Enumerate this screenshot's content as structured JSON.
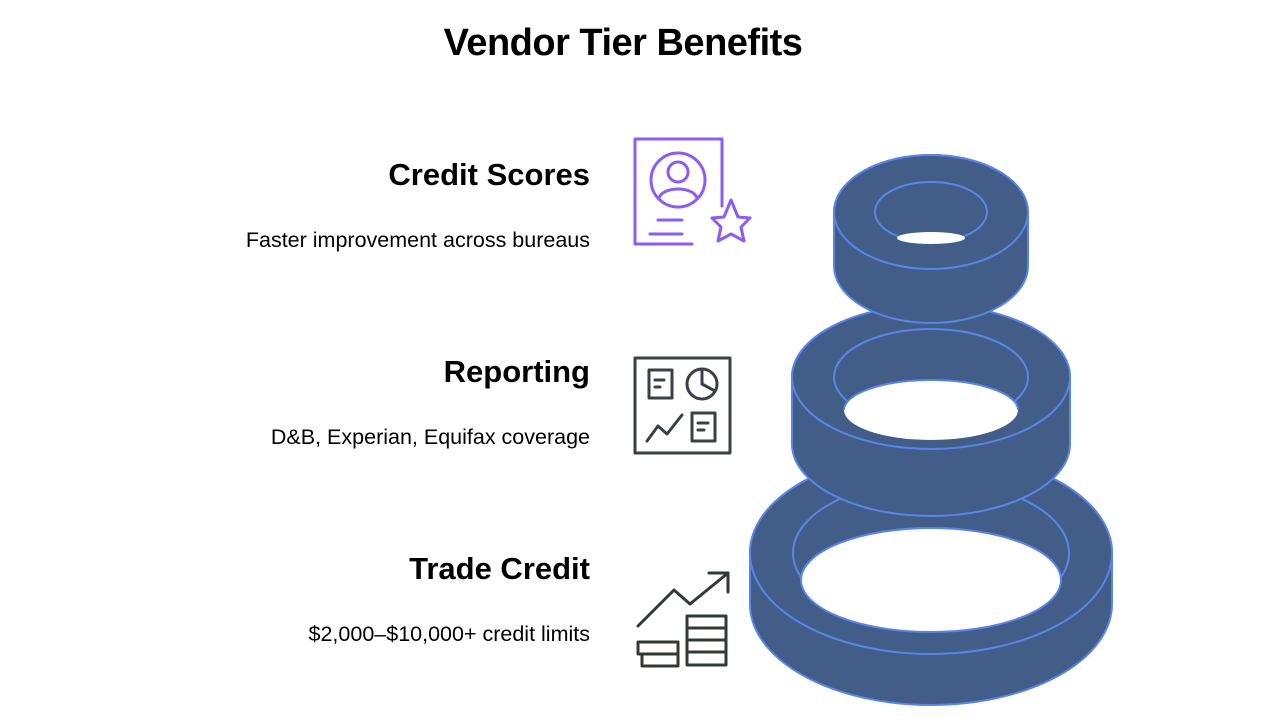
{
  "title": "Vendor Tier Benefits",
  "items": [
    {
      "title": "Credit Scores",
      "description": "Faster improvement across bureaus",
      "icon": "profile-star-icon",
      "icon_color": "#8b5cf6"
    },
    {
      "title": "Reporting",
      "description": "D&B, Experian, Equifax coverage",
      "icon": "report-dashboard-icon",
      "icon_color": "#3a3f4a"
    },
    {
      "title": "Trade Credit",
      "description": "$2,000–$10,000+ credit limits",
      "icon": "money-growth-icon",
      "icon_color": "#2f3b33"
    }
  ],
  "colors": {
    "ring_fill": "#425e88",
    "ring_stroke": "#5a84e8"
  }
}
